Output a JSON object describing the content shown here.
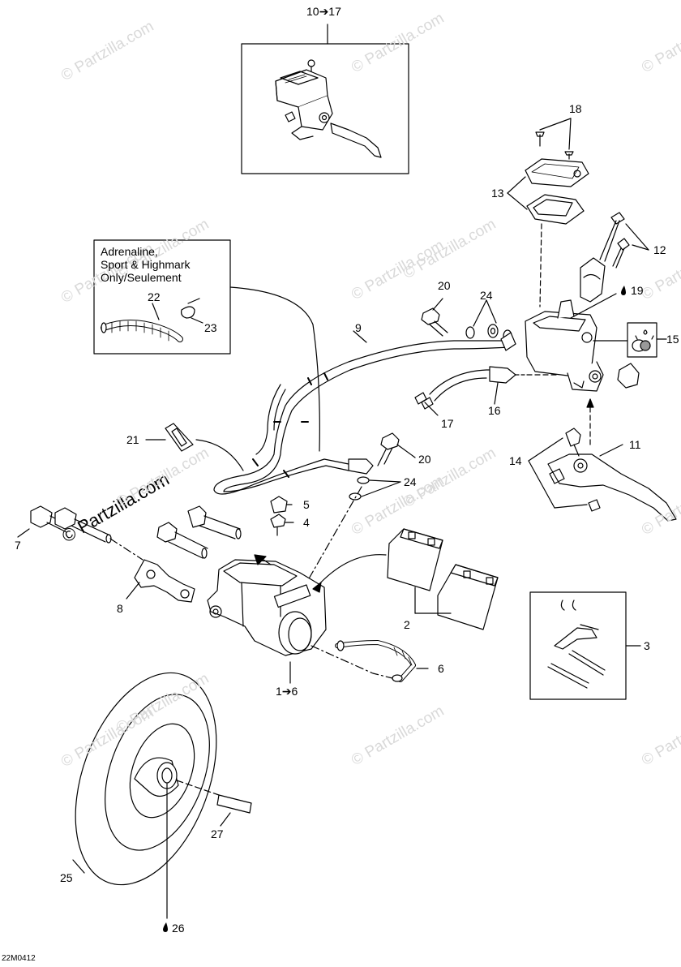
{
  "watermarks": [
    "© Partzilla.com"
  ],
  "inset_note": {
    "line1": "Adrenaline,",
    "line2": "Sport & Highmark",
    "line3": "Only/Seulement"
  },
  "callouts": {
    "c1": "10➔17",
    "c2": "18",
    "c3": "13",
    "c4": "12",
    "c5": "19",
    "c6": "15",
    "c7": "20",
    "c8": "24",
    "c9": "9",
    "c10": "22",
    "c11": "23",
    "c12": "16",
    "c13": "17",
    "c14": "21",
    "c15": "20",
    "c16": "24",
    "c17": "11",
    "c18": "14",
    "c19": "5",
    "c20": "4",
    "c21": "7",
    "c22": "8",
    "c23": "2",
    "c24": "3",
    "c25": "6",
    "c26": "1➔6",
    "c27": "27",
    "c28": "25",
    "c29": "26"
  },
  "drawing_code": "22M0412",
  "icons": {
    "oil_drop": "oil-drop-icon",
    "fluid_bottle": "brake-fluid-icon"
  }
}
